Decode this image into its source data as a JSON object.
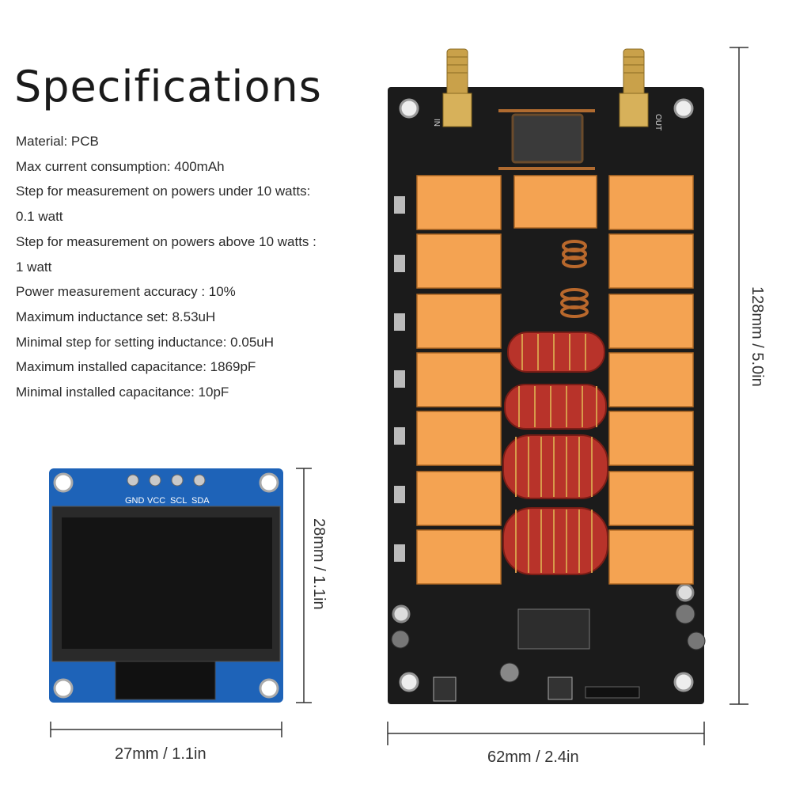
{
  "title": "Specifications",
  "specs": [
    "Material: PCB",
    "Max current consumption: 400mAh",
    "Step for measurement on powers under 10 watts:",
    "0.1 watt",
    "Step for measurement on powers above 10 watts :",
    "1 watt",
    "Power measurement accuracy : 10%",
    "Maximum inductance set: 8.53uH",
    "Minimal step for setting inductance: 0.05uH",
    "Maximum installed capacitance: 1869pF",
    "Minimal installed capacitance: 10pF"
  ],
  "oled": {
    "pins": [
      "GND",
      "VCC",
      "SCL",
      "SDA"
    ]
  },
  "dimensions": {
    "oled_height": "28mm / 1.1in",
    "oled_width": "27mm / 1.1in",
    "pcb_width": "62mm / 2.4in",
    "pcb_height": "128mm / 5.0in"
  },
  "pcb_labels": {
    "in": "IN",
    "out": "OUT"
  },
  "colors": {
    "pcb": "#1b1b1b",
    "relay": "#f4a352",
    "toroid": "#c0392b",
    "oled_board": "#1e63b8",
    "oled_screen": "#141414"
  }
}
